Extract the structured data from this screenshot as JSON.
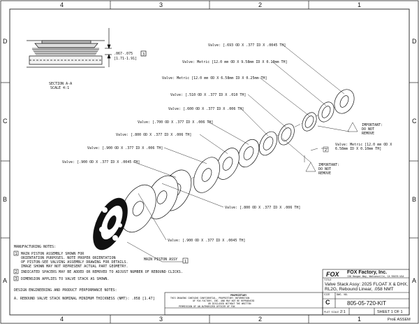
{
  "border": {
    "columns": [
      "4",
      "3",
      "2",
      "1"
    ],
    "rows": [
      "D",
      "C",
      "B",
      "A"
    ]
  },
  "section": {
    "title": "SECTION A-A",
    "scale": "SCALE 4:1",
    "dim_inch": ".067-.075",
    "dim_mm": "[1.71-1.91]",
    "note_ref": "3"
  },
  "valves": [
    "Valve: [.693 OD X .377 ID X .0045 TH]",
    "Valve: Metric [12.0 mm OD X 9.58mm ID X 0.10mm TH]",
    "Valve: Metric [12.0 mm OD X 6.58mm ID X 0.25mm TH]",
    "Valve: [.510 OD X .377 ID X .010 TH]",
    "Valve: [.600 OD X .377 ID X .006 TH]",
    "Valve: [.700 OD X .377 ID X .006 TH]",
    "Valve: [.800 OD X .377 ID X .006 TH]",
    "Valve: [.900 OD X .377 ID X .006 TH]",
    "Valve: [.900 OD X .377 ID X .0045 TH]",
    "Valve: [.800 OD X .377 ID X .006 TH]",
    "Valve: [.900 OD X .377 ID X .0045 TH]"
  ],
  "piston_label": "MAIN PISTON ASSY",
  "piston_ref": "1",
  "right_valve": [
    "Valve: Metric [12.0 mm OD X",
    "6.58mm ID X 0.10mm TH]"
  ],
  "spacer_ref": "2",
  "important_1": [
    "IMPORTANT:",
    "DO NOT",
    "REMOVE"
  ],
  "important_2": [
    "IMPORTANT:",
    "DO NOT",
    "REMOVE"
  ],
  "notes": {
    "heading": "MANUFACTURING NOTES:",
    "note1": [
      "MAIN PISTON ASSEMBLY SHOWN FOR",
      "ORIENTATION PURPOSES. NOTE PROPER ORIENTATION",
      "OF PISTON-SEE VALVING ASSEMBLY DRAWING FOR DETAILS.",
      "IMAGE SHOWN MAY NOT REPRESENT ACTUAL PART GEOMETRY."
    ],
    "note2": "INDICATED SPACERS MAY BE ADDED OR REMOVED TO ADJUST NUMBER OF REBOUND CLICKS.",
    "note3": "DIMENSION APPLIES TO VALVE STACK AS SHOWN.",
    "design_heading": "DESIGN ENGINEERING AND PRODUCT PERFORMANCE NOTES:",
    "design_a": "A. REBOUND VALVE STACK NOMINAL MINIMUM THICKNESS (NMT): .058 [1.47]"
  },
  "title_block": {
    "logo": "FOX",
    "company": "FOX Factory, Inc.",
    "address": "130 Hangar Way, Watsonville, CA 95076 USA",
    "title_label": "TITLE",
    "title": [
      "Valve Stack Assy: 2025 FLOAT X & DHX,",
      "RL2G, Rebound Linear, .058 NMT"
    ],
    "proprietary": [
      "PROPRIETARY",
      "THIS DRAWING CONTAINS CONFIDENTIAL, PROPRIETARY INFORMATION",
      "OF FOX FACTORY, INC. AND MAY NOT BE REPRODUCED",
      "OR DISCLOSED WITHOUT THE WRITTEN",
      "PERMISSION OF AN AUTHORIZED OFFICER OF FOX"
    ],
    "size_label": "SIZE",
    "size": "C",
    "dwg_label": "DWG. NO.",
    "dwg_no": "805-05-720-KIT",
    "scale_label": "PLOT SCALE",
    "scale": "2:1",
    "sheet": "SHEET 1 OF 1",
    "footer": "ProE ASSEM"
  }
}
